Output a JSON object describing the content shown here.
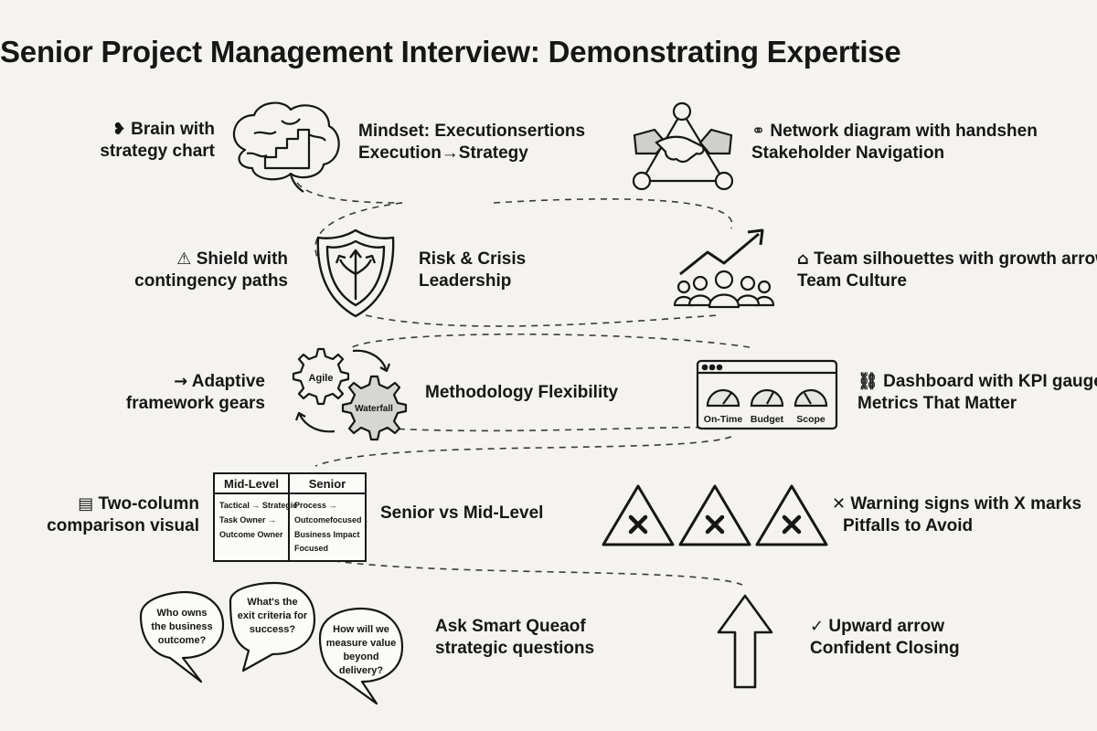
{
  "title": "Senior Project Management Interview: Demonstrating Expertise",
  "sections": {
    "brain": {
      "glyph": "❥",
      "line1": "Brain with",
      "line2": "strategy chart",
      "topic1": "Mindset: Executionsertions",
      "topic2": "Execution→Strategy"
    },
    "network": {
      "glyph": "⚭",
      "line1": "Network diagram with handshen",
      "line2": "Stakeholder Navigation"
    },
    "shield": {
      "glyph": "⚠",
      "line1": "Shield with",
      "line2": "contingency paths",
      "topic1": "Risk & Crisis",
      "topic2": "Leadership"
    },
    "team": {
      "glyph": "⌂",
      "line1": "Team silhouettes with growth arrow",
      "line2": "Team Culture"
    },
    "gears": {
      "glyph": "→",
      "line1": "Adaptive",
      "line2": "framework gears",
      "topic1": "Methodology Flexibility",
      "gear_agile": "Agile",
      "gear_waterfall": "Waterfall"
    },
    "dashboard": {
      "glyph": "⛓",
      "line1": "Dashboard with KPI gauges",
      "line2": "Metrics That Matter",
      "gauges": [
        "On-Time",
        "Budget",
        "Scope"
      ]
    },
    "comparison": {
      "glyph": "▤",
      "line1": "Two-column",
      "line2": "comparison visual",
      "topic1": "Senior vs Mid-Level",
      "col1_header": "Mid-Level",
      "col2_header": "Senior",
      "col1_rows": [
        "Tactical → Strategic",
        "Task Owner →",
        "Outcome Owner"
      ],
      "col2_rows": [
        "Process →",
        "Outcomefocused →",
        "Business Impact",
        "Focused"
      ]
    },
    "warning": {
      "glyph": "✕",
      "line1": "Warning signs with X marks",
      "line2": "Pitfalls to Avoid"
    },
    "questions": {
      "line1": "Ask Smart Queaof",
      "line2": "strategic questions",
      "bubble1": [
        "Who owns",
        "the business",
        "outcome?"
      ],
      "bubble2": [
        "What's the",
        "exit criteria for",
        "success?"
      ],
      "bubble3": [
        "How will we",
        "measure value",
        "beyond",
        "delivery?"
      ]
    },
    "closing": {
      "glyph": "✓",
      "line1": "Upward arrow",
      "line2": "Confident Closing"
    }
  }
}
